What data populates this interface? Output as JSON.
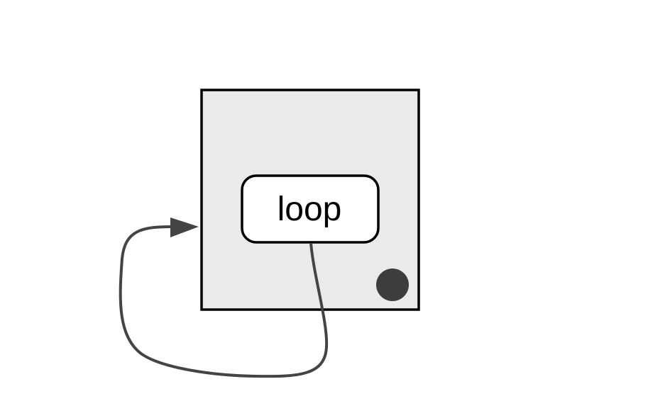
{
  "diagram": {
    "nodes": {
      "loop": {
        "label": "loop"
      }
    },
    "container": {
      "kind": "composite-state"
    },
    "edges": [
      {
        "from": "loop",
        "to": "container",
        "kind": "self-loop-transition",
        "arrowhead": "filled-triangle"
      }
    ],
    "marker": {
      "kind": "final-dot"
    },
    "colors": {
      "container_fill": "#eaeaea",
      "container_stroke": "#000000",
      "node_fill": "#ffffff",
      "node_stroke": "#000000",
      "edge": "#444444",
      "dot": "#3d3d3d"
    }
  }
}
